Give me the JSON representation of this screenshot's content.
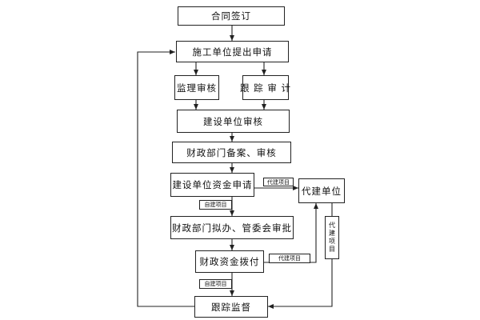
{
  "nodes": {
    "contract": "合同签订",
    "application": "施工单位提出申请",
    "supervision_review": "监理审核",
    "audit_tracking": "跟 踪 审 计",
    "owner_review": "建设单位审核",
    "finance_record": "财政部门备案、审核",
    "fund_application": "建设单位资金申请",
    "agent_unit": "代建单位",
    "finance_approval": "财政部门拟办、管委会审批",
    "fund_disbursement": "财政资金拨付",
    "tracking_supervision": "跟踪监督"
  },
  "tags": {
    "agent_project_1": "代建项目",
    "self_project_1": "自建项目",
    "agent_project_2": "代建项目",
    "self_project_2": "自建项目",
    "agent_project_vertical": "代建项目"
  }
}
